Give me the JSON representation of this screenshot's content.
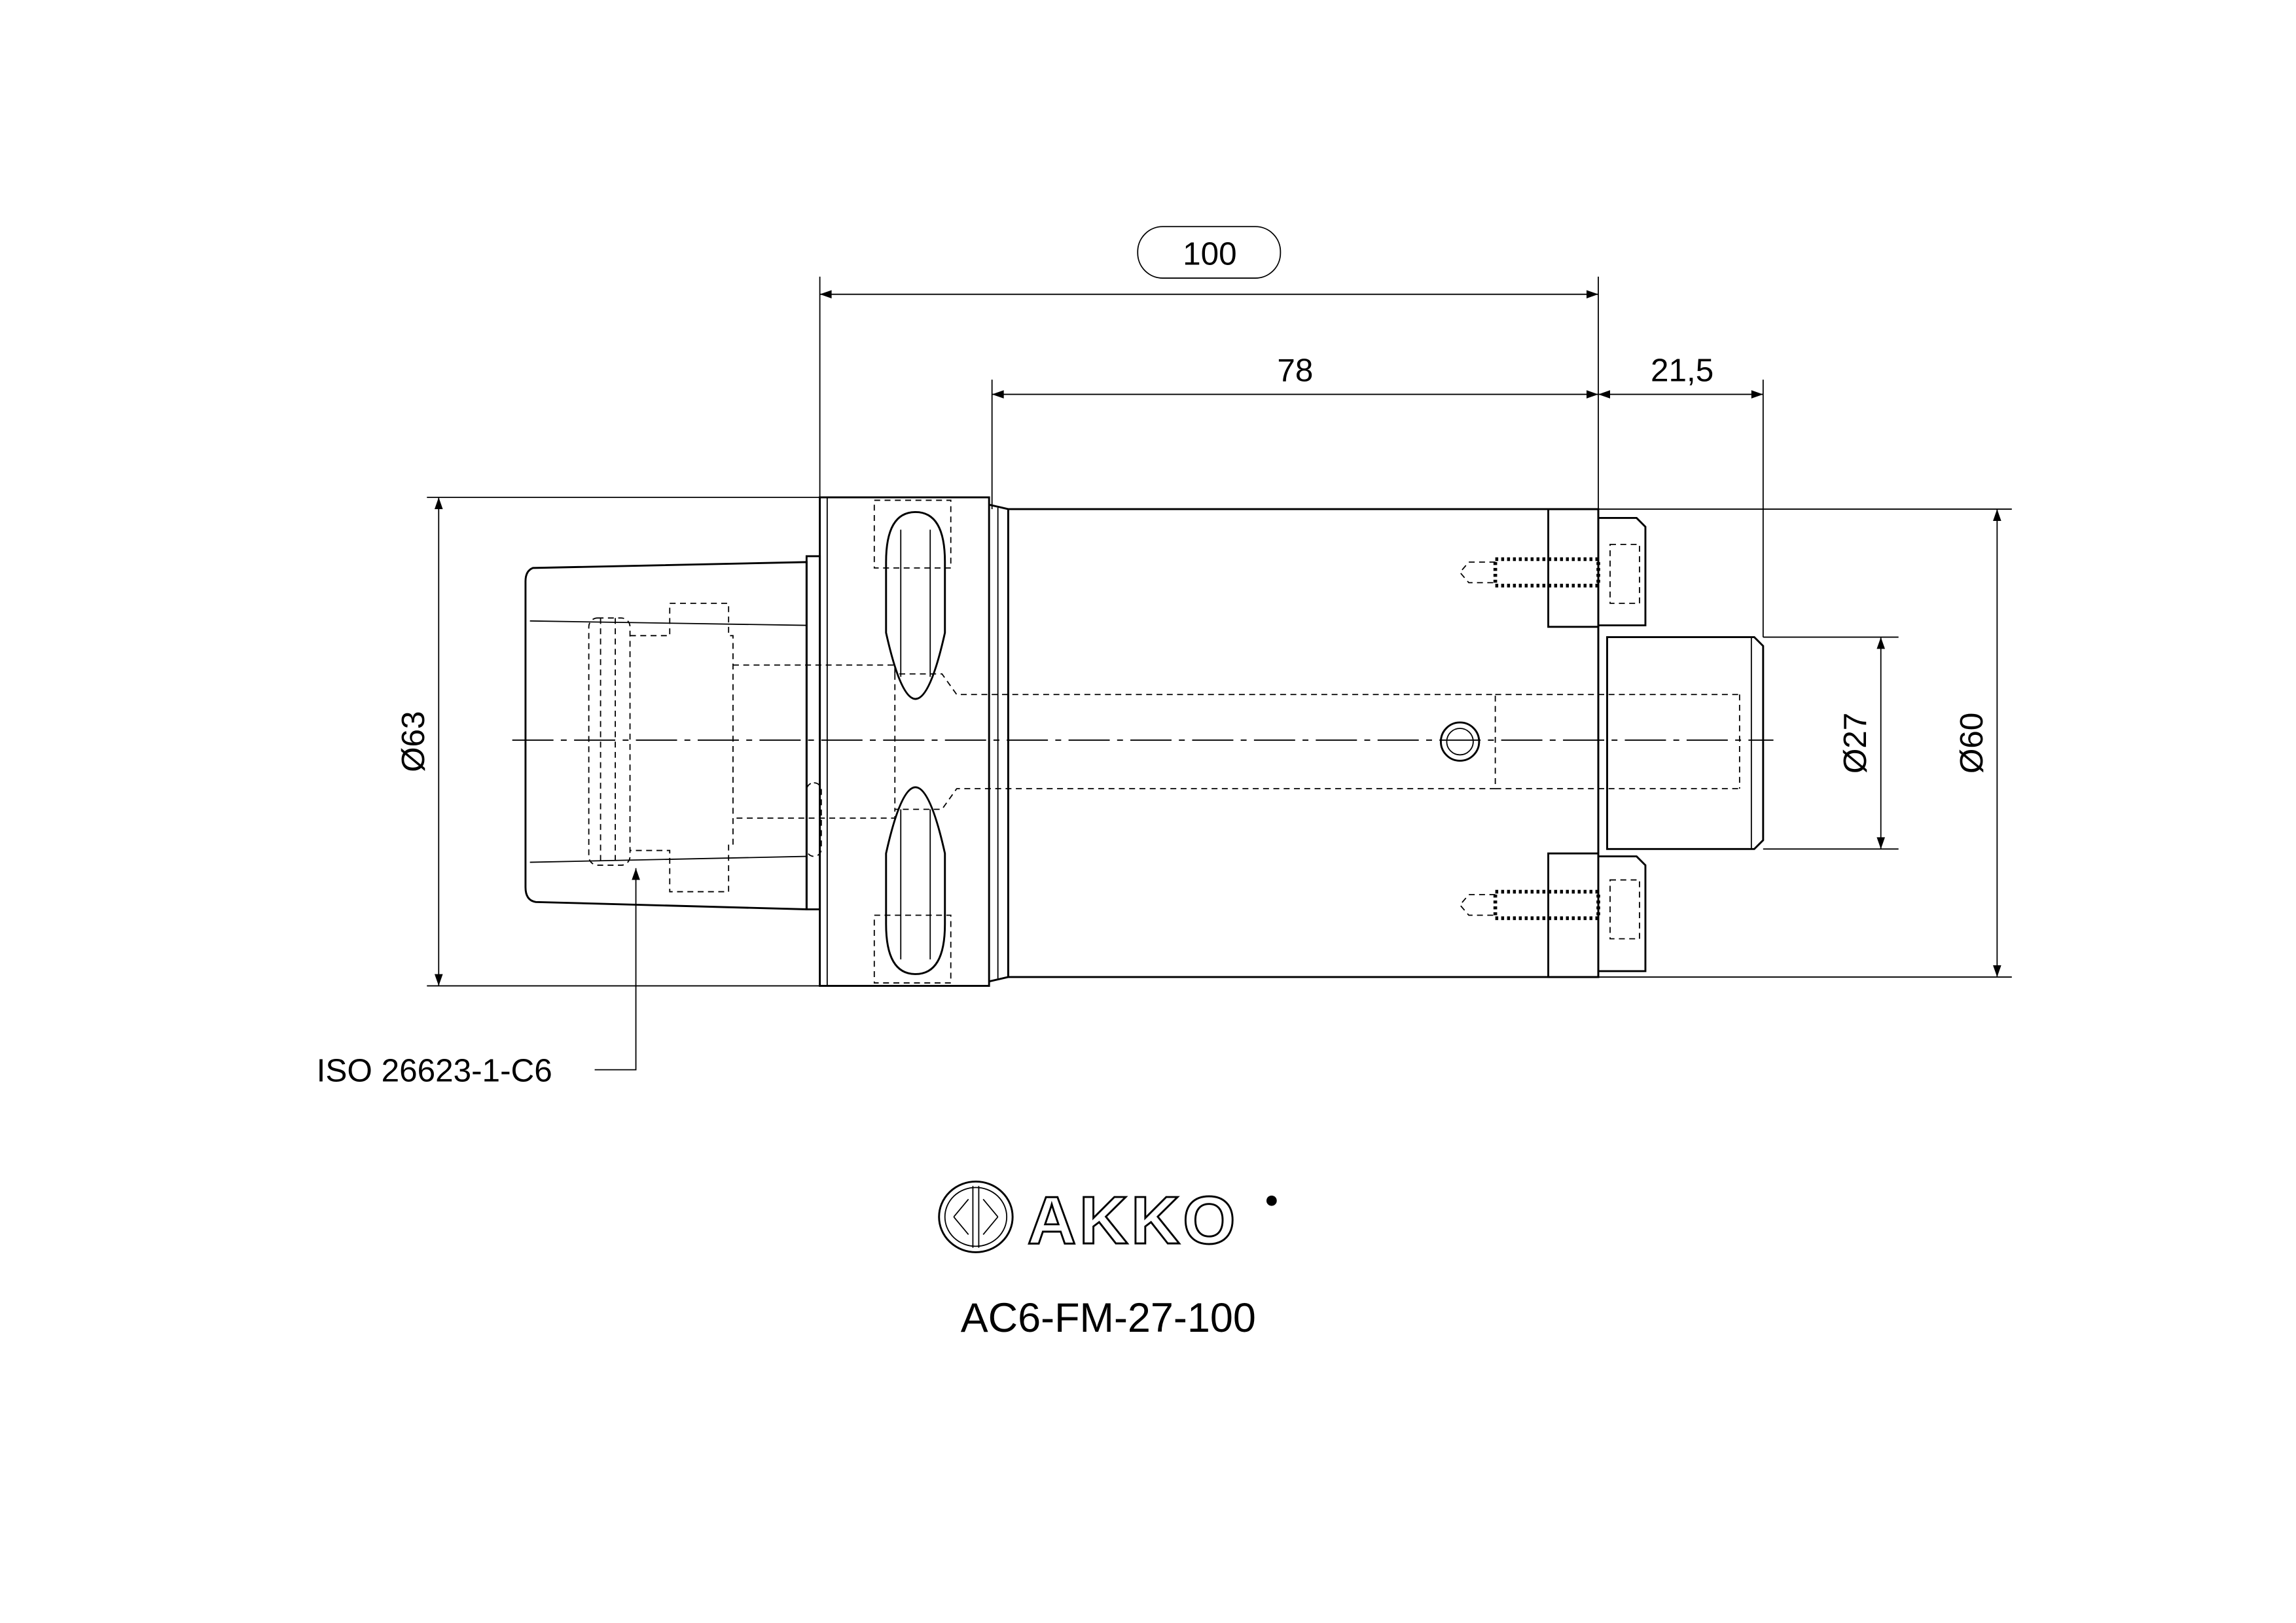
{
  "dimensions": {
    "overall_length": "100",
    "body_length": "78",
    "pilot_length": "21,5",
    "flange_diameter": "Ø63",
    "pilot_diameter": "Ø27",
    "body_diameter": "Ø60"
  },
  "callout": {
    "interface": "ISO 26623-1-C6"
  },
  "logo": {
    "brand": "AKKO"
  },
  "part_number": "AC6-FM-27-100"
}
